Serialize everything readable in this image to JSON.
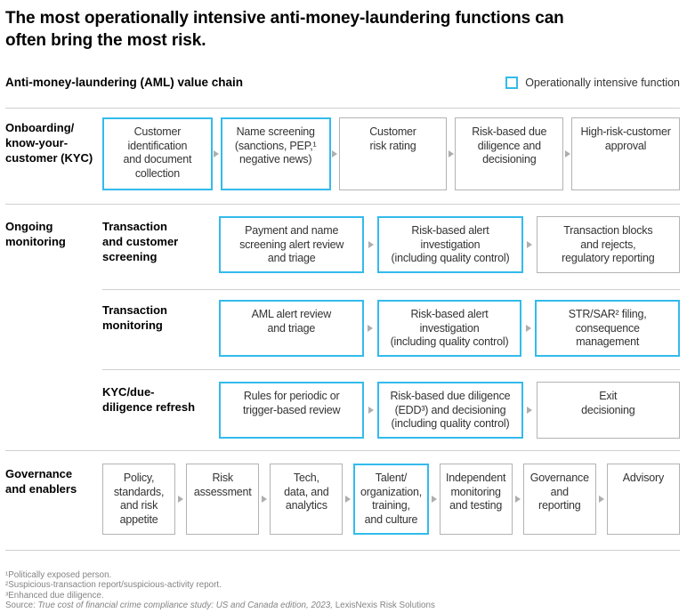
{
  "title": "The most operationally intensive anti-money-laundering functions can\noften bring the most risk.",
  "exhibit_title": "Anti-money-laundering (AML) value chain",
  "legend": {
    "label": "Operationally intensive function"
  },
  "colors": {
    "accent_cyan": "#33bbec",
    "box_border_gray": "#b3b3b3",
    "box_text": "#333333",
    "rule_gray": "#cfcfcf",
    "footnote_gray": "#848484"
  },
  "sections": {
    "kyc": {
      "label": "Onboarding/\nknow-your-\ncustomer (KYC)",
      "boxes": [
        {
          "label": "Customer\nidentification\nand document\ncollection",
          "intensive": true
        },
        {
          "label": "Name screening\n(sanctions, PEP,¹\nnegative news)",
          "intensive": true
        },
        {
          "label": "Customer\nrisk rating",
          "intensive": false
        },
        {
          "label": "Risk-based due\ndiligence and\ndecisioning",
          "intensive": false
        },
        {
          "label": "High-risk-customer\napproval",
          "intensive": false
        }
      ]
    },
    "ongoing": {
      "label": "Ongoing\nmonitoring",
      "subrows": [
        {
          "label": "Transaction\nand customer\nscreening",
          "boxes": [
            {
              "label": "Payment and name\nscreening alert review\nand triage",
              "intensive": true
            },
            {
              "label": "Risk-based alert\ninvestigation\n(including quality control)",
              "intensive": true
            },
            {
              "label": "Transaction blocks\nand rejects,\nregulatory reporting",
              "intensive": false
            }
          ]
        },
        {
          "label": "Transaction\nmonitoring",
          "boxes": [
            {
              "label": "AML alert review\nand triage",
              "intensive": true
            },
            {
              "label": "Risk-based alert\ninvestigation\n(including quality control)",
              "intensive": true
            },
            {
              "label": "STR/SAR² filing,\nconsequence\nmanagement",
              "intensive": true
            }
          ]
        },
        {
          "label": "KYC/due-\ndiligence refresh",
          "boxes": [
            {
              "label": "Rules for periodic or\ntrigger-based review",
              "intensive": true
            },
            {
              "label": "Risk-based due diligence\n(EDD³) and decisioning\n(including quality control)",
              "intensive": true
            },
            {
              "label": "Exit\ndecisioning",
              "intensive": false
            }
          ]
        }
      ]
    },
    "governance": {
      "label": "Governance\nand enablers",
      "boxes": [
        {
          "label": "Policy,\nstandards,\nand risk\nappetite",
          "intensive": false
        },
        {
          "label": "Risk\nassessment",
          "intensive": false
        },
        {
          "label": "Tech,\ndata, and\nanalytics",
          "intensive": false
        },
        {
          "label": "Talent/\norganization,\ntraining,\nand culture",
          "intensive": true
        },
        {
          "label": "Independent\nmonitoring\nand testing",
          "intensive": false
        },
        {
          "label": "Governance\nand\nreporting",
          "intensive": false
        },
        {
          "label": "Advisory",
          "intensive": false
        }
      ]
    }
  },
  "footnotes": [
    "¹Politically exposed person.",
    "²Suspicious-transaction report/suspicious-activity report.",
    "³Enhanced due diligence."
  ],
  "source": {
    "prefix": "Source: ",
    "italic": "True cost of financial crime compliance study: US and Canada edition, 2023,",
    "suffix": " LexisNexis Risk Solutions"
  }
}
